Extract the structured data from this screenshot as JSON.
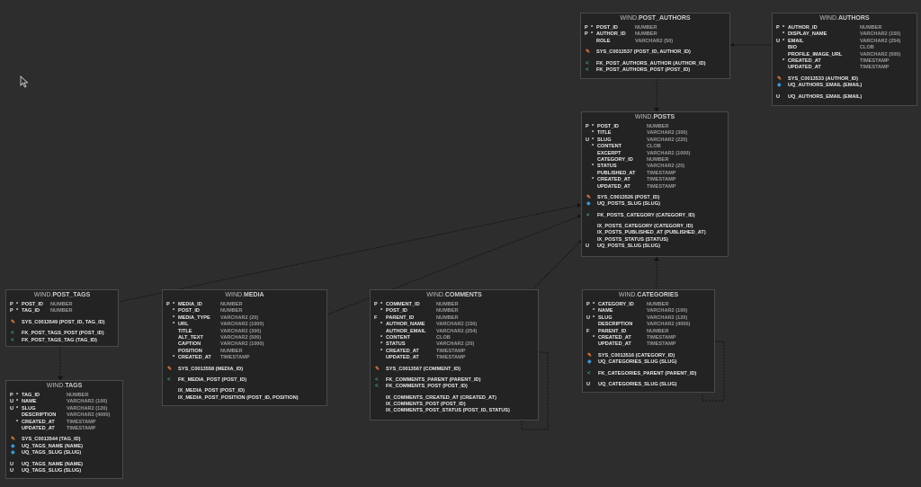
{
  "colors": {
    "pk": "#d9773a",
    "uk": "#3a9ad9",
    "fk": "#3aa876",
    "background": "#2d2d2d",
    "table": "#232323"
  },
  "tables": [
    {
      "id": "post_authors",
      "schema": "WIND.",
      "name": "POST_AUTHORS",
      "columns": [
        [
          "P",
          "*",
          "POST_ID",
          "NUMBER"
        ],
        [
          "P",
          "*",
          "AUTHOR_ID",
          "NUMBER"
        ],
        [
          "",
          "",
          "ROLE",
          "VARCHAR2 (50)"
        ]
      ],
      "keys": [
        {
          "icon": "pk",
          "text": "SYS_C0013537 (POST_ID, AUTHOR_ID)"
        }
      ],
      "fks": [
        "FK_POST_AUTHORS_AUTHOR (AUTHOR_ID)",
        "FK_POST_AUTHORS_POST (POST_ID)"
      ],
      "indexes": []
    },
    {
      "id": "authors",
      "schema": "WIND.",
      "name": "AUTHORS",
      "columns": [
        [
          "P",
          "*",
          "AUTHOR_ID",
          "NUMBER"
        ],
        [
          "",
          "*",
          "DISPLAY_NAME",
          "VARCHAR2 (150)"
        ],
        [
          "U",
          "*",
          "EMAIL",
          "VARCHAR2 (254)"
        ],
        [
          "",
          "",
          "BIO",
          "CLOB"
        ],
        [
          "",
          "",
          "PROFILE_IMAGE_URL",
          "VARCHAR2 (500)"
        ],
        [
          "",
          "*",
          "CREATED_AT",
          "TIMESTAMP"
        ],
        [
          "",
          "",
          "UPDATED_AT",
          "TIMESTAMP"
        ]
      ],
      "keys": [
        {
          "icon": "pk",
          "text": "SYS_C0013533 (AUTHOR_ID)"
        },
        {
          "icon": "uk",
          "text": "UQ_AUTHORS_EMAIL (EMAIL)"
        }
      ],
      "fks": [],
      "indexes": [
        [
          "U",
          "UQ_AUTHORS_EMAIL (EMAIL)"
        ]
      ]
    },
    {
      "id": "posts",
      "schema": "WIND.",
      "name": "POSTS",
      "columns": [
        [
          "P",
          "*",
          "POST_ID",
          "NUMBER"
        ],
        [
          "",
          "*",
          "TITLE",
          "VARCHAR2 (300)"
        ],
        [
          "U",
          "*",
          "SLUG",
          "VARCHAR2 (220)"
        ],
        [
          "",
          "*",
          "CONTENT",
          "CLOB"
        ],
        [
          "",
          "",
          "EXCERPT",
          "VARCHAR2 (1000)"
        ],
        [
          "",
          "",
          "CATEGORY_ID",
          "NUMBER"
        ],
        [
          "",
          "*",
          "STATUS",
          "VARCHAR2 (20)"
        ],
        [
          "",
          "",
          "PUBLISHED_AT",
          "TIMESTAMP"
        ],
        [
          "",
          "*",
          "CREATED_AT",
          "TIMESTAMP"
        ],
        [
          "",
          "",
          "UPDATED_AT",
          "TIMESTAMP"
        ]
      ],
      "keys": [
        {
          "icon": "pk",
          "text": "SYS_C0013526 (POST_ID)"
        },
        {
          "icon": "uk",
          "text": "UQ_POSTS_SLUG (SLUG)"
        }
      ],
      "fks": [
        "FK_POSTS_CATEGORY (CATEGORY_ID)"
      ],
      "indexes": [
        [
          "",
          "IX_POSTS_CATEGORY (CATEGORY_ID)"
        ],
        [
          "",
          "IX_POSTS_PUBLISHED_AT (PUBLISHED_AT)"
        ],
        [
          "",
          "IX_POSTS_STATUS (STATUS)"
        ],
        [
          "U",
          "UQ_POSTS_SLUG (SLUG)"
        ]
      ]
    },
    {
      "id": "post_tags",
      "schema": "WIND.",
      "name": "POST_TAGS",
      "columns": [
        [
          "P",
          "*",
          "POST_ID",
          "NUMBER"
        ],
        [
          "P",
          "*",
          "TAG_ID",
          "NUMBER"
        ]
      ],
      "keys": [
        {
          "icon": "pk",
          "text": "SYS_C0013549 (POST_ID, TAG_ID)"
        }
      ],
      "fks": [
        "FK_POST_TAGS_POST (POST_ID)",
        "FK_POST_TAGS_TAG (TAG_ID)"
      ],
      "indexes": []
    },
    {
      "id": "tags",
      "schema": "WIND.",
      "name": "TAGS",
      "columns": [
        [
          "P",
          "*",
          "TAG_ID",
          "NUMBER"
        ],
        [
          "U",
          "*",
          "NAME",
          "VARCHAR2 (100)"
        ],
        [
          "U",
          "*",
          "SLUG",
          "VARCHAR2 (120)"
        ],
        [
          "",
          "",
          "DESCRIPTION",
          "VARCHAR2 (4000)"
        ],
        [
          "",
          "*",
          "CREATED_AT",
          "TIMESTAMP"
        ],
        [
          "",
          "",
          "UPDATED_AT",
          "TIMESTAMP"
        ]
      ],
      "keys": [
        {
          "icon": "pk",
          "text": "SYS_C0013544 (TAG_ID)"
        },
        {
          "icon": "uk",
          "text": "UQ_TAGS_NAME (NAME)"
        },
        {
          "icon": "uk",
          "text": "UQ_TAGS_SLUG (SLUG)"
        }
      ],
      "fks": [],
      "indexes": [
        [
          "U",
          "UQ_TAGS_NAME (NAME)"
        ],
        [
          "U",
          "UQ_TAGS_SLUG (SLUG)"
        ]
      ]
    },
    {
      "id": "media",
      "schema": "WIND.",
      "name": "MEDIA",
      "columns": [
        [
          "P",
          "*",
          "MEDIA_ID",
          "NUMBER"
        ],
        [
          "",
          "*",
          "POST_ID",
          "NUMBER"
        ],
        [
          "",
          "*",
          "MEDIA_TYPE",
          "VARCHAR2 (20)"
        ],
        [
          "",
          "*",
          "URL",
          "VARCHAR2 (1000)"
        ],
        [
          "",
          "",
          "TITLE",
          "VARCHAR2 (300)"
        ],
        [
          "",
          "",
          "ALT_TEXT",
          "VARCHAR2 (500)"
        ],
        [
          "",
          "",
          "CAPTION",
          "VARCHAR2 (1000)"
        ],
        [
          "",
          "",
          "POSITION",
          "NUMBER"
        ],
        [
          "",
          "*",
          "CREATED_AT",
          "TIMESTAMP"
        ]
      ],
      "keys": [
        {
          "icon": "pk",
          "text": "SYS_C0013558 (MEDIA_ID)"
        }
      ],
      "fks": [
        "FK_MEDIA_POST (POST_ID)"
      ],
      "indexes": [
        [
          "",
          "IX_MEDIA_POST (POST_ID)"
        ],
        [
          "",
          "IX_MEDIA_POST_POSITION (POST_ID, POSITION)"
        ]
      ]
    },
    {
      "id": "comments",
      "schema": "WIND.",
      "name": "COMMENTS",
      "columns": [
        [
          "P",
          "*",
          "COMMENT_ID",
          "NUMBER"
        ],
        [
          "",
          "*",
          "POST_ID",
          "NUMBER"
        ],
        [
          "F",
          "",
          "PARENT_ID",
          "NUMBER"
        ],
        [
          "",
          "*",
          "AUTHOR_NAME",
          "VARCHAR2 (150)"
        ],
        [
          "",
          "",
          "AUTHOR_EMAIL",
          "VARCHAR2 (254)"
        ],
        [
          "",
          "*",
          "CONTENT",
          "CLOB"
        ],
        [
          "",
          "*",
          "STATUS",
          "VARCHAR2 (20)"
        ],
        [
          "",
          "*",
          "CREATED_AT",
          "TIMESTAMP"
        ],
        [
          "",
          "",
          "UPDATED_AT",
          "TIMESTAMP"
        ]
      ],
      "keys": [
        {
          "icon": "pk",
          "text": "SYS_C0013567 (COMMENT_ID)"
        }
      ],
      "fks": [
        "FK_COMMENTS_PARENT (PARENT_ID)",
        "FK_COMMENTS_POST (POST_ID)"
      ],
      "indexes": [
        [
          "",
          "IX_COMMENTS_CREATED_AT (CREATED_AT)"
        ],
        [
          "",
          "IX_COMMENTS_POST (POST_ID)"
        ],
        [
          "",
          "IX_COMMENTS_POST_STATUS (POST_ID, STATUS)"
        ]
      ]
    },
    {
      "id": "categories",
      "schema": "WIND.",
      "name": "CATEGORIES",
      "columns": [
        [
          "P",
          "*",
          "CATEGORY_ID",
          "NUMBER"
        ],
        [
          "",
          "*",
          "NAME",
          "VARCHAR2 (100)"
        ],
        [
          "U",
          "*",
          "SLUG",
          "VARCHAR2 (120)"
        ],
        [
          "",
          "",
          "DESCRIPTION",
          "VARCHAR2 (4000)"
        ],
        [
          "F",
          "",
          "PARENT_ID",
          "NUMBER"
        ],
        [
          "",
          "*",
          "CREATED_AT",
          "TIMESTAMP"
        ],
        [
          "",
          "",
          "UPDATED_AT",
          "TIMESTAMP"
        ]
      ],
      "keys": [
        {
          "icon": "pk",
          "text": "SYS_C0013516 (CATEGORY_ID)"
        },
        {
          "icon": "uk",
          "text": "UQ_CATEGORIES_SLUG (SLUG)"
        }
      ],
      "fks": [
        "FK_CATEGORIES_PARENT (PARENT_ID)"
      ],
      "indexes": [
        [
          "U",
          "UQ_CATEGORIES_SLUG (SLUG)"
        ]
      ]
    }
  ]
}
